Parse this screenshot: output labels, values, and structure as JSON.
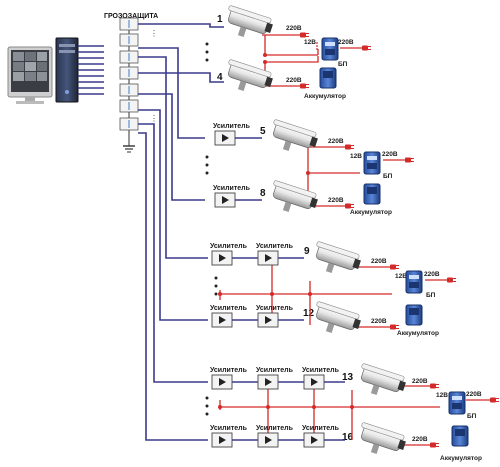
{
  "title": "ГРОЗОЗАЩИТА",
  "amp_label": "Усилитель",
  "voltage_label": "220В",
  "voltage_12": "12В",
  "psu_label": "БП",
  "battery_label": "Аккумулятор",
  "camera_numbers": [
    "1",
    "4",
    "5",
    "8",
    "9",
    "12",
    "13",
    "16"
  ],
  "groups": [
    {
      "amps": 0
    },
    {
      "amps": 1
    },
    {
      "amps": 2
    },
    {
      "amps": 3
    }
  ],
  "colors": {
    "coax": "#3a3a8c",
    "power": "#d42a2a",
    "psu": "#2f5fae"
  }
}
